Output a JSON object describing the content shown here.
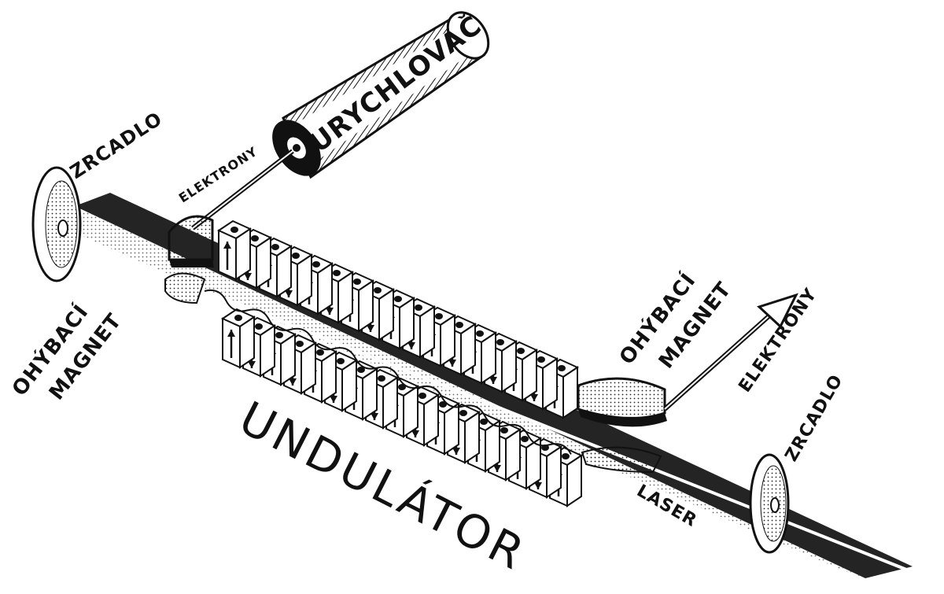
{
  "labels": {
    "accelerator": "URYCHLOVAČ",
    "electrons_in": "ELEKTRONY",
    "mirror_left": "ZRCADLO",
    "bending_magnet_left_1": "OHÝBACÍ",
    "bending_magnet_left_2": "MAGNET",
    "bending_magnet_right_1": "OHÝBACÍ",
    "bending_magnet_right_2": "MAGNET",
    "electrons_out": "ELEKTRONY",
    "undulator": "UNDULÁTOR",
    "mirror_right": "ZRCADLO",
    "laser": "LASER"
  }
}
